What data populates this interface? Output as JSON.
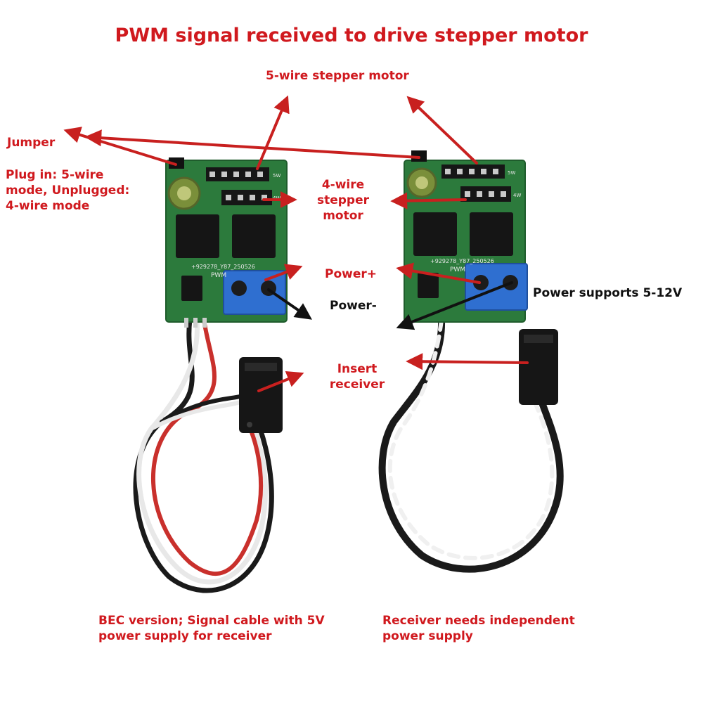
{
  "title": "PWM signal received to drive stepper motor",
  "labels": {
    "five_wire": "5-wire stepper motor",
    "jumper": "Jumper",
    "jumper_note": [
      "Plug in: 5-wire",
      "mode, Unplugged:",
      "4-wire mode"
    ],
    "four_wire": [
      "4-wire",
      "stepper",
      "motor"
    ],
    "power_plus": "Power+",
    "power_minus": "Power-",
    "power_supports": "Power supports 5-12V",
    "insert_receiver": [
      "Insert",
      "receiver"
    ],
    "bec_version": [
      "BEC version; Signal cable with 5V",
      "power supply for receiver"
    ],
    "independent": [
      "Receiver needs independent",
      "power supply"
    ]
  },
  "pcb_text": {
    "left_code": "+929278_Y87_250526",
    "right_code": "+929278_Y87_250526",
    "silk_label": "PWM",
    "header_mark": "5W",
    "header_mark_2": "4W"
  },
  "colors": {
    "label_red": "#d0191e",
    "label_black": "#111111",
    "pcb_green": "#2c7a3c",
    "terminal_blue": "#2f6fd0",
    "arrow_red": "#c8201f"
  }
}
